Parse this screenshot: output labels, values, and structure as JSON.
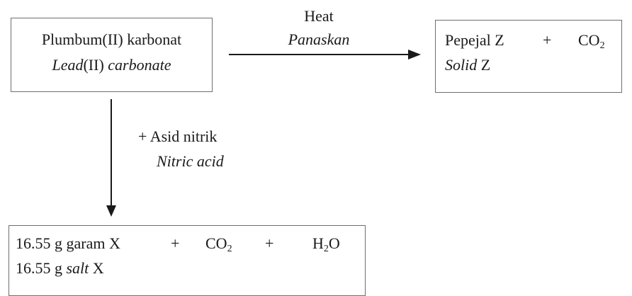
{
  "reactant_box": {
    "name_ms": "Plumbum(II) karbonat",
    "name_en_prefix": "Lead",
    "name_en_mid": "(II)",
    "name_en_suffix": "carbonate"
  },
  "heat_arrow": {
    "label_en": "Heat",
    "label_ms": "Panaskan"
  },
  "product_box_heat": {
    "solid_ms": "Pepejal Z",
    "plus": "+",
    "co2_main": "CO",
    "co2_sub": "2",
    "solid_en_italic": "Solid",
    "solid_en_rest": "Z"
  },
  "acid_arrow": {
    "label_ms": "+ Asid nitrik",
    "label_en": "Nitric acid"
  },
  "product_box_acid": {
    "salt_ms": "16.55 g garam X",
    "plus1": "+",
    "co2_main": "CO",
    "co2_sub": "2",
    "plus2": "+",
    "h2o_h": "H",
    "h2o_sub": "2",
    "h2o_o": "O",
    "salt_en_prefix": "16.55 g",
    "salt_en_italic": "salt",
    "salt_en_suffix": "X"
  }
}
